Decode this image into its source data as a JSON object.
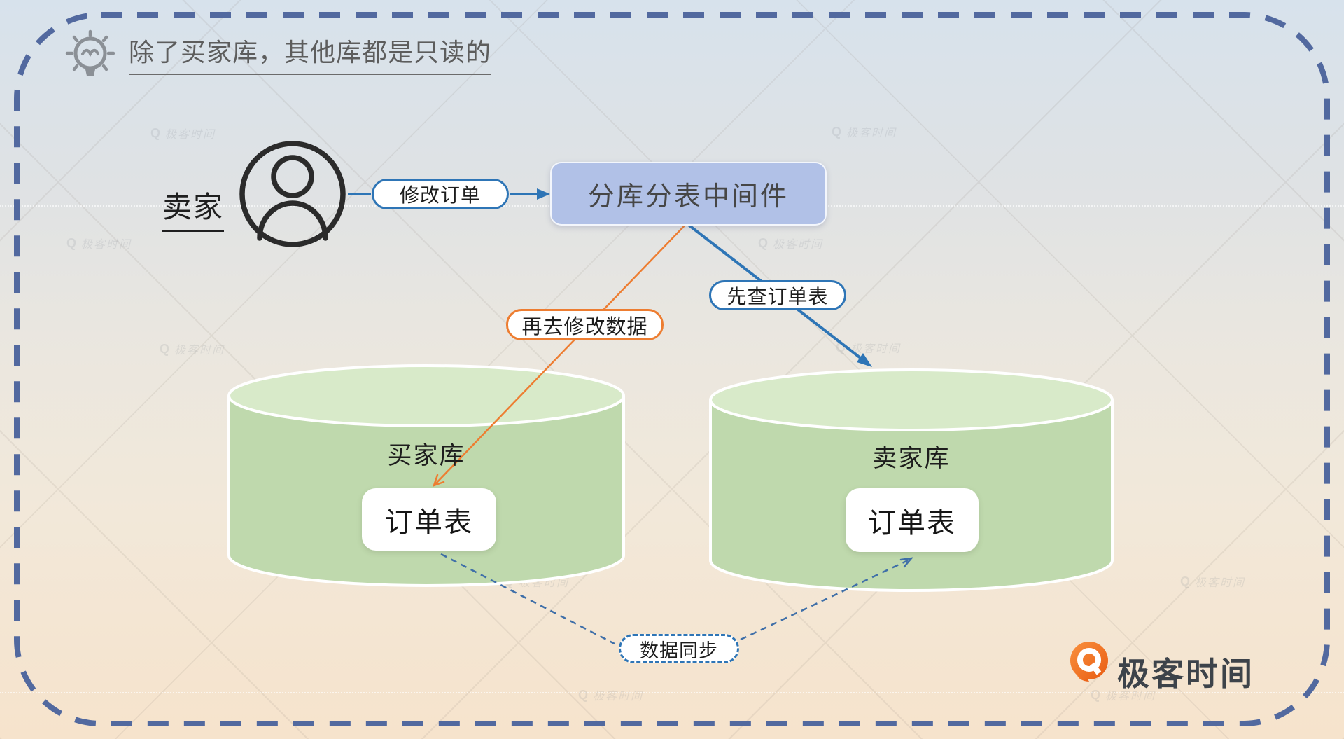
{
  "tip": {
    "text": "除了买家库，其他库都是只读的"
  },
  "actor": {
    "label": "卖家"
  },
  "middleware": {
    "label": "分库分表中间件"
  },
  "flow_labels": {
    "modify_order": "修改订单",
    "first_query": "先查订单表",
    "then_modify": "再去修改数据",
    "data_sync": "数据同步"
  },
  "databases": [
    {
      "name": "买家库",
      "table": "订单表"
    },
    {
      "name": "卖家库",
      "table": "订单表"
    }
  ],
  "logo": {
    "text": "极客时间"
  },
  "watermark": {
    "icon_glyph": "Q",
    "text": "极客时间"
  },
  "colors": {
    "blue_accent": "#2e75b6",
    "orange_accent": "#ed7d31",
    "dash_border": "#52699f",
    "middleware_fill": "#b1c1e7",
    "cylinder_body": "#bfd9ad",
    "cylinder_top": "#d8eac9",
    "logo_orange": "#f26d21"
  }
}
